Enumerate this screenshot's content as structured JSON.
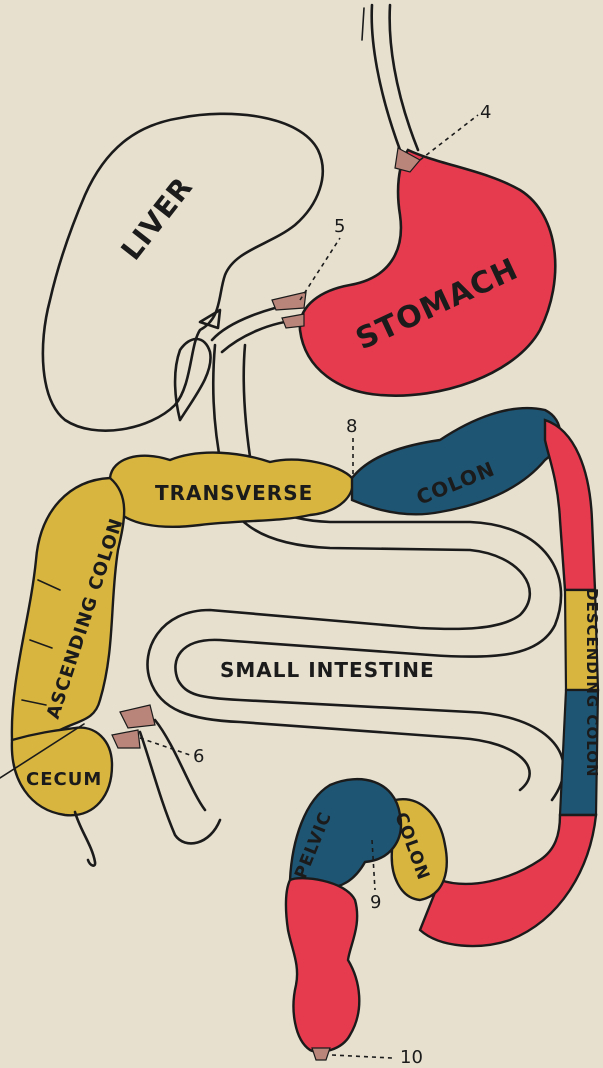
{
  "colors": {
    "paper": "#e7e0cf",
    "red": "#e63a4f",
    "yellow": "#d8b53f",
    "blue": "#1e5573",
    "ink": "#1b1b1b"
  },
  "labels": {
    "liver": "LIVER",
    "stomach": "STOMACH",
    "transverse": "TRANSVERSE",
    "colon_top": "COLON",
    "ascending": "ASCENDING COLON",
    "small_intestine": "SMALL INTESTINE",
    "cecum": "CECUM",
    "descending": "DESCENDING COLON",
    "pelvic": "PELVIC",
    "colon_pelvic": "COLON"
  },
  "markers": {
    "m4": "4",
    "m5": "5",
    "m6": "6",
    "m8": "8",
    "m9": "9",
    "m10": "10"
  }
}
